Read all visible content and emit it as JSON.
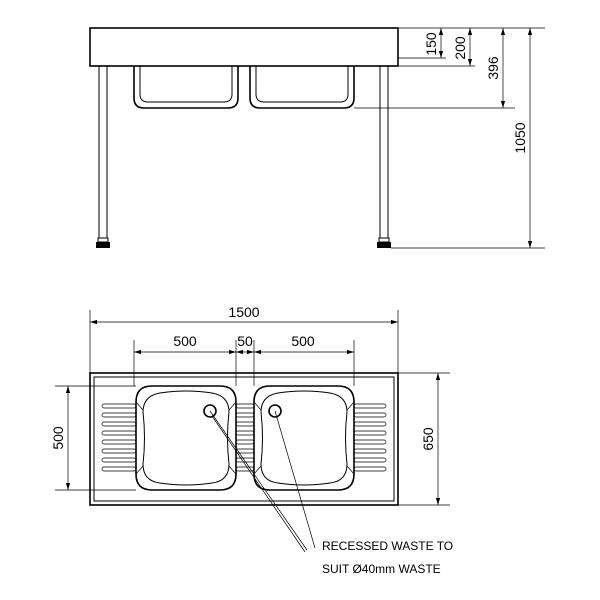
{
  "elevation": {
    "dims": {
      "d150": "150",
      "d200": "200",
      "d396": "396",
      "d1050": "1050"
    }
  },
  "plan": {
    "dims": {
      "overall_width": "1500",
      "bowl_left": "500",
      "bowl_gap": "50",
      "bowl_right": "500",
      "bowl_depth": "500",
      "overall_depth": "650"
    },
    "note_line1": "RECESSED WASTE TO",
    "note_line2": "SUIT Ø40mm WASTE"
  }
}
